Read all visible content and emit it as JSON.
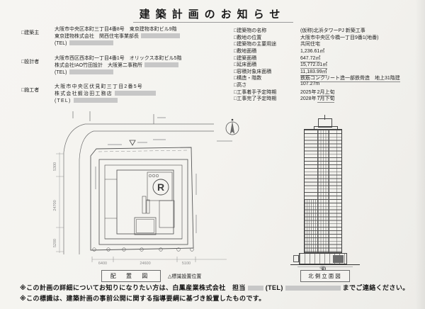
{
  "title": "建築計画のお知らせ",
  "left": {
    "builder": {
      "label": "□建築主",
      "address": "大阪市中央区本町三丁目4番8号　東京建物本町ビル9階",
      "company": "東京建物株式会社　関西住宅事業部長",
      "tel": "(TEL)"
    },
    "designer": {
      "label": "□設計者",
      "address": "大阪市西区西本町一丁目4番1号　オリックス本町ビル5階",
      "company": "株式会社IAO竹田設計　大阪第二事務所",
      "tel": "(TEL)"
    },
    "contractor": {
      "label": "□施工者",
      "address": "大阪市中央区伏見町三丁目2番5号",
      "company": "株式会社鍜治田工務店",
      "tel": "(TEL)"
    }
  },
  "right": {
    "rows": [
      {
        "label": "□建築物の名称",
        "value": "(仮称)北浜タワーPJ 新築工事"
      },
      {
        "label": "□敷地の位置",
        "value": "大阪市中央区今橋一丁目9番1(地番)"
      },
      {
        "label": "□建築物の主要用途",
        "value": "共同住宅"
      },
      {
        "label": "□敷地面積",
        "value": "1,236.61㎡"
      },
      {
        "label": "□建築面積",
        "value": "647.72㎡"
      },
      {
        "label": "□延床面積",
        "value": "15,772.01㎡"
      },
      {
        "label": "□容積対象床面積",
        "value": "11,183.99㎡"
      },
      {
        "label": "□構造・階数",
        "value": "鉄筋コンクリート造一部鉄骨造　地上31階建"
      },
      {
        "label": "□高さ",
        "value": "107.27m"
      },
      {
        "label": "□工事着手予定時期",
        "value": "2025年",
        "filled": "2月上旬"
      },
      {
        "label": "□工事完了予定時期",
        "value": "2028年",
        "filled": "7月下旬"
      }
    ]
  },
  "site_plan": {
    "caption": "配 置 図",
    "legend": "△標識設置位置",
    "helipad_mark": "R",
    "dim_left": [
      "5300",
      "24700",
      "5200"
    ],
    "dim_bottom": [
      "6400",
      "24600",
      "5100"
    ]
  },
  "elevation": {
    "caption": "北側立面図"
  },
  "notes": {
    "n1_pre": "※この計画の詳細についてお知りになりたい方は、白鳳産業株式会社　担当",
    "n1_tel": "(TEL)",
    "n1_post": "までご連絡ください。",
    "n2": "※この標識は、建築計画の事前公開に関する指導要綱に基づき設置したものです。"
  },
  "colors": {
    "paper": "#f4f3ef",
    "ink": "#1e1e1e",
    "redaction": "#c7c7c7",
    "line": "#666666"
  }
}
